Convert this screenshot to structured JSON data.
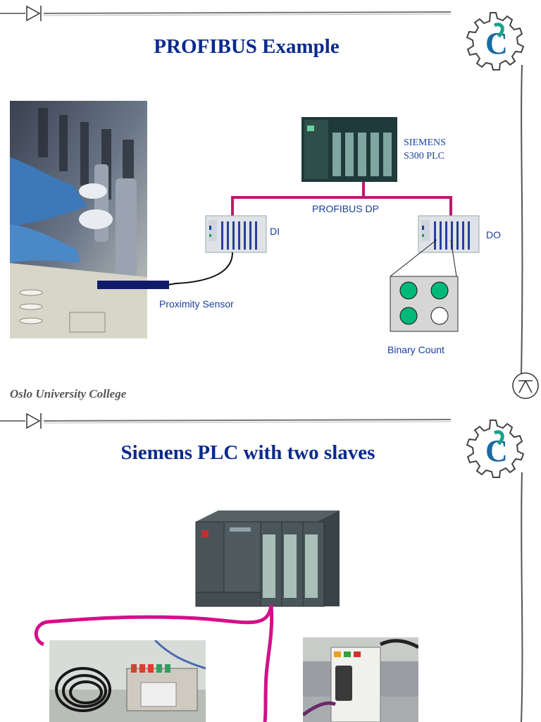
{
  "slide1": {
    "title": "PROFIBUS Example",
    "plc_label_line1": "SIEMENS",
    "plc_label_line2": "S300 PLC",
    "bus_label": "PROFIBUS DP",
    "di_label": "DI",
    "do_label": "DO",
    "sensor_label": "Proximity Sensor",
    "binary_label": "Binary Count",
    "footer": "Oslo University College",
    "lamp_states": [
      true,
      true,
      true,
      false
    ]
  },
  "slide2": {
    "title": "Siemens PLC with two slaves"
  },
  "colors": {
    "title": "#0a2a8c",
    "label": "#1a3fa0",
    "bus": "#c0186a",
    "lamp_on": "#00b87a",
    "lamp_off": "#ffffff"
  }
}
